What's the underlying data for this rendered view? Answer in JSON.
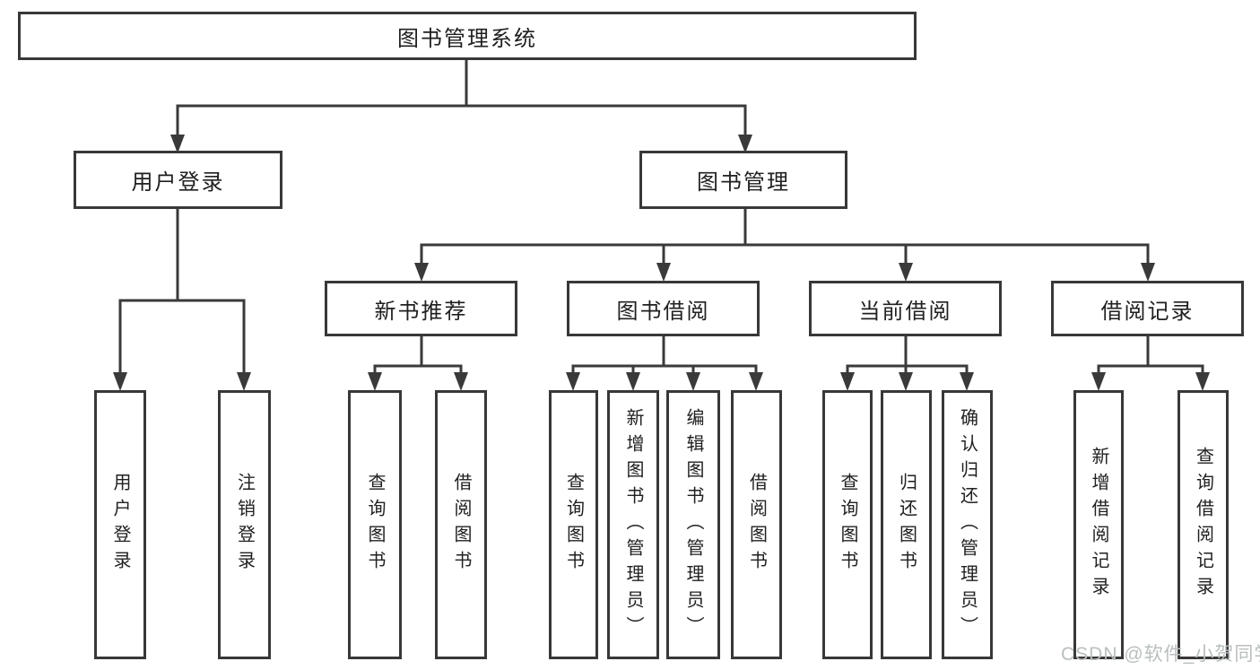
{
  "diagram": {
    "type": "hierarchy-tree",
    "title": "图书管理系统",
    "colors": {
      "line": "#3a3a3a",
      "box_border": "#383838",
      "box_fill": "#ffffff",
      "text": "#202020",
      "background": "#ffffff"
    },
    "nodes": [
      {
        "id": "root",
        "label": "图书管理系统",
        "parent": null,
        "level": 1
      },
      {
        "id": "user-login",
        "label": "用户登录",
        "parent": "root",
        "level": 2
      },
      {
        "id": "book-management",
        "label": "图书管理",
        "parent": "root",
        "level": 2
      },
      {
        "id": "login",
        "label": "用户登录",
        "parent": "user-login",
        "level": 3
      },
      {
        "id": "logout",
        "label": "注销登录",
        "parent": "user-login",
        "level": 3
      },
      {
        "id": "new-book-recommend",
        "label": "新书推荐",
        "parent": "book-management",
        "level": 3
      },
      {
        "id": "book-borrowing",
        "label": "图书借阅",
        "parent": "book-management",
        "level": 3
      },
      {
        "id": "current-borrowing",
        "label": "当前借阅",
        "parent": "book-management",
        "level": 3
      },
      {
        "id": "borrowing-records",
        "label": "借阅记录",
        "parent": "book-management",
        "level": 3
      },
      {
        "id": "nb-query-books",
        "label": "查询图书",
        "parent": "new-book-recommend",
        "level": 4
      },
      {
        "id": "nb-borrow-books",
        "label": "借阅图书",
        "parent": "new-book-recommend",
        "level": 4
      },
      {
        "id": "bb-query-books",
        "label": "查询图书",
        "parent": "book-borrowing",
        "level": 4
      },
      {
        "id": "bb-add-books",
        "label": "新增图书（管理员）",
        "parent": "book-borrowing",
        "level": 4
      },
      {
        "id": "bb-edit-books",
        "label": "编辑图书（管理员）",
        "parent": "book-borrowing",
        "level": 4
      },
      {
        "id": "bb-borrow-books",
        "label": "借阅图书",
        "parent": "book-borrowing",
        "level": 4
      },
      {
        "id": "cb-query-books",
        "label": "查询图书",
        "parent": "current-borrowing",
        "level": 4
      },
      {
        "id": "cb-return-books",
        "label": "归还图书",
        "parent": "current-borrowing",
        "level": 4
      },
      {
        "id": "cb-confirm-return",
        "label": "确认归还（管理员）",
        "parent": "current-borrowing",
        "level": 4
      },
      {
        "id": "br-add-record",
        "label": "新增借阅记录",
        "parent": "borrowing-records",
        "level": 4
      },
      {
        "id": "br-query-record",
        "label": "查询借阅记录",
        "parent": "borrowing-records",
        "level": 4
      }
    ]
  },
  "watermark": {
    "text": "CSDN @软件_小贺同学",
    "color": "#b9bebf"
  }
}
